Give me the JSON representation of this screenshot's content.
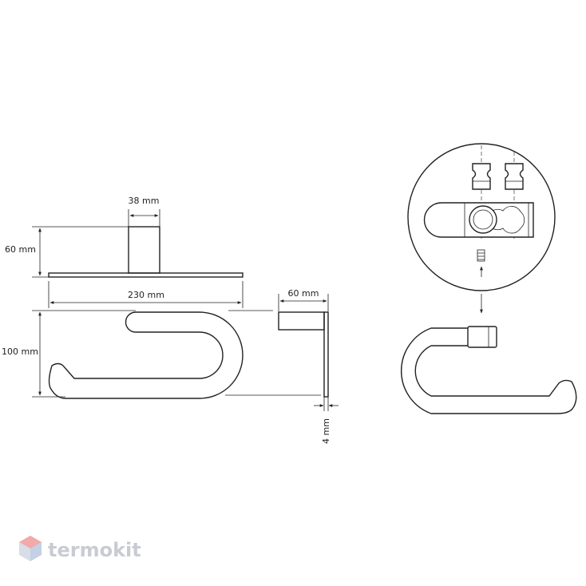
{
  "dimensions": {
    "mount_width": "38 mm",
    "mount_height": "60 mm",
    "overall_width": "230 mm",
    "overall_height": "100 mm",
    "side_depth": "60 mm",
    "thickness": "4 mm"
  },
  "watermark": {
    "brand": "termokit"
  },
  "colors": {
    "line": "#222222",
    "watermark": "#c8ccd2"
  }
}
